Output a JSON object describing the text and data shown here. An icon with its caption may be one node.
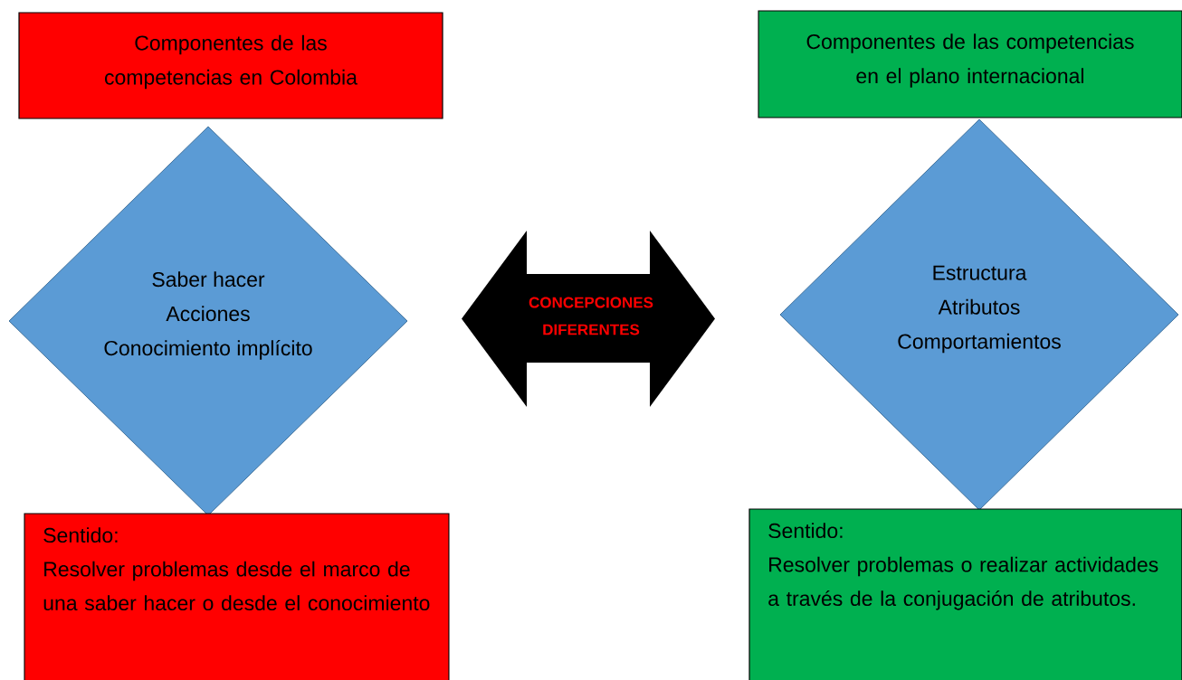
{
  "diagram": {
    "nodes": [
      {
        "text": [
          "Componentes de las competencias en Colombia"
        ]
      },
      {
        "text": [
          "Saber hacer",
          "Acciones",
          "Conocimiento implícito"
        ]
      },
      {
        "text": [
          "Sentido:",
          "Resolver problemas desde el marco de una saber hacer o desde el conocimiento"
        ]
      },
      {
        "text": [
          "CONCEPCIONES DIFERENTES"
        ]
      },
      {
        "text": [
          "Componentes de las competencias en el plano internacional"
        ]
      },
      {
        "text": [
          "Estructura",
          "Atributos",
          "Comportamientos"
        ]
      },
      {
        "text": [
          "Sentido:",
          "Resolver problemas o realizar actividades a través de la conjugación de atributos."
        ]
      }
    ],
    "edges": []
  }
}
